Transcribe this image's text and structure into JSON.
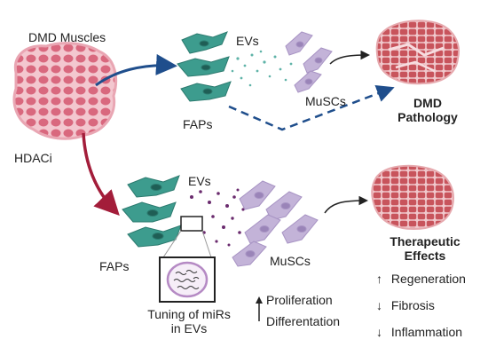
{
  "labels": {
    "dmd_muscles": "DMD Muscles",
    "hdaci": "HDACi",
    "evs_top": "EVs",
    "faps_top": "FAPs",
    "muscs_top": "MuSCs",
    "dmd_pathology_line1": "DMD",
    "dmd_pathology_line2": "Pathology",
    "evs_bottom": "EVs",
    "faps_bottom": "FAPs",
    "muscs_bottom": "MuSCs",
    "tuning_line1": "Tuning of miRs",
    "tuning_line2": "in EVs",
    "proliferation": "Proliferation",
    "differentation": "Differentation",
    "therapeutic_line1": "Therapeutic",
    "therapeutic_line2": "Effects",
    "regeneration": "Regeneration",
    "fibrosis": "Fibrosis",
    "inflammation": "Inflammation"
  },
  "arrows": {
    "regeneration": "↑",
    "fibrosis": "↓",
    "inflammation": "↓"
  },
  "colors": {
    "muscle_pink": "#e07b8e",
    "fap_teal": "#3d9c8e",
    "musc_lavender": "#c3b3d8",
    "ev_dots_top": "#5fb3a8",
    "ev_dots_bottom": "#6a2b6e",
    "blue_arrow": "#1f4e8c",
    "red_arrow": "#a31d3a",
    "healthy_muscle": "#c8545c"
  }
}
